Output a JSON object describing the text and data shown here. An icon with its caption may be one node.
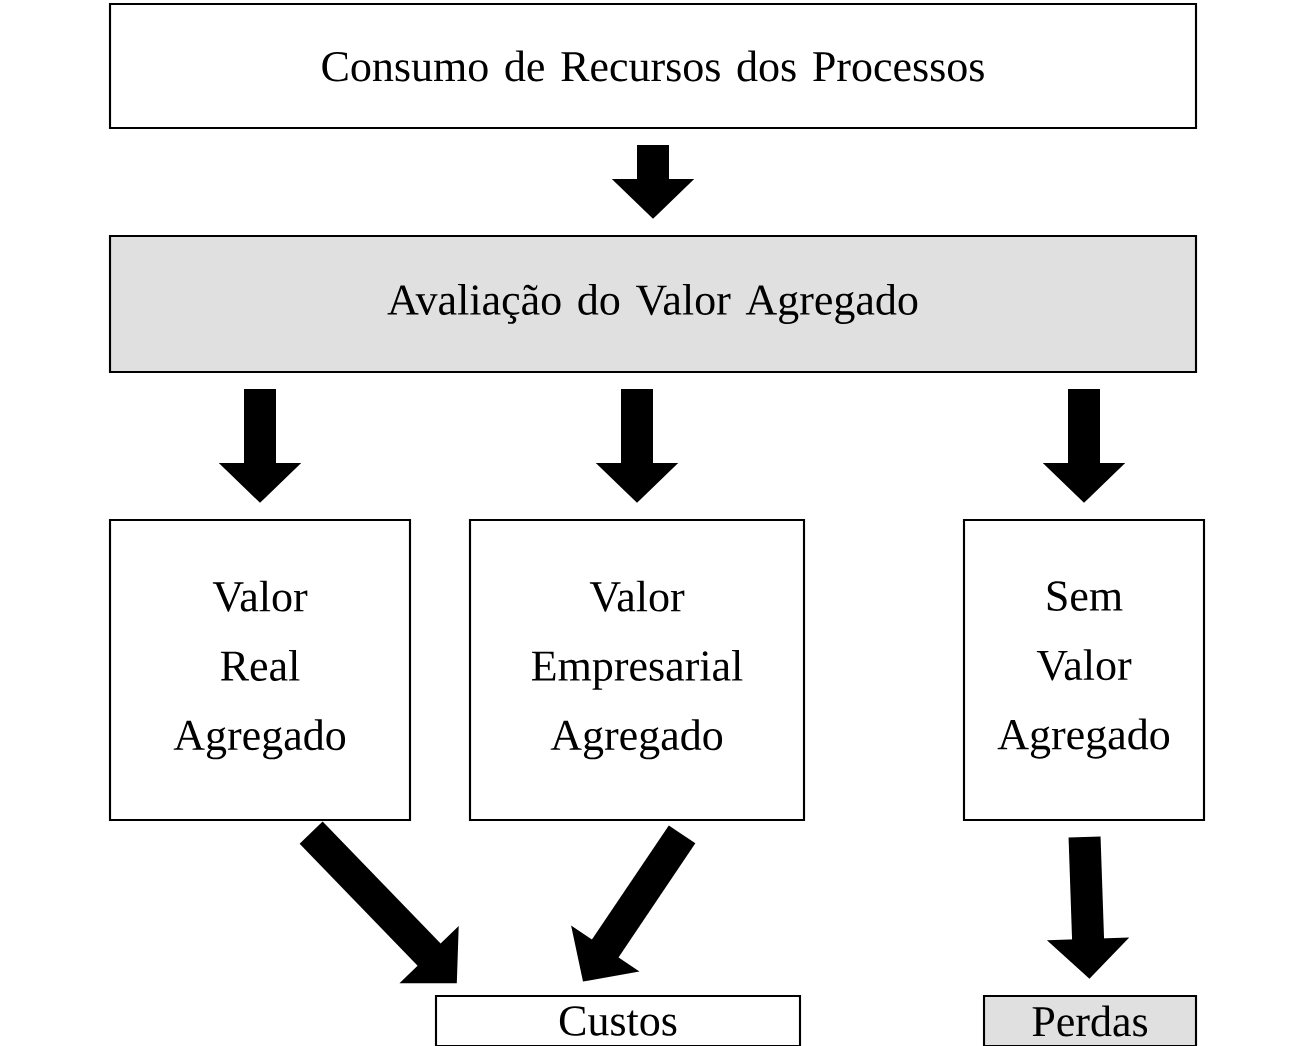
{
  "diagram": {
    "nodes": [
      {
        "text": [
          "Consumo de Recursos dos Processos"
        ]
      },
      {
        "text": [
          "Avaliação do Valor Agregado"
        ]
      },
      {
        "text": [
          "Valor Real Agregado"
        ]
      },
      {
        "text": [
          "Valor Empresarial Agregado"
        ]
      },
      {
        "text": [
          "Sem Valor Agregado"
        ]
      },
      {
        "text": [
          "Custos"
        ]
      },
      {
        "text": [
          "Perdas"
        ]
      }
    ],
    "edges": [
      {
        "from": 0,
        "to": 1,
        "arrow": "to"
      },
      {
        "from": 1,
        "to": 2,
        "arrow": "to"
      },
      {
        "from": 1,
        "to": 3,
        "arrow": "to"
      },
      {
        "from": 1,
        "to": 4,
        "arrow": "to"
      },
      {
        "from": 2,
        "to": 5,
        "arrow": "to"
      },
      {
        "from": 3,
        "to": 5,
        "arrow": "to"
      },
      {
        "from": 4,
        "to": 6,
        "arrow": "to"
      }
    ]
  }
}
